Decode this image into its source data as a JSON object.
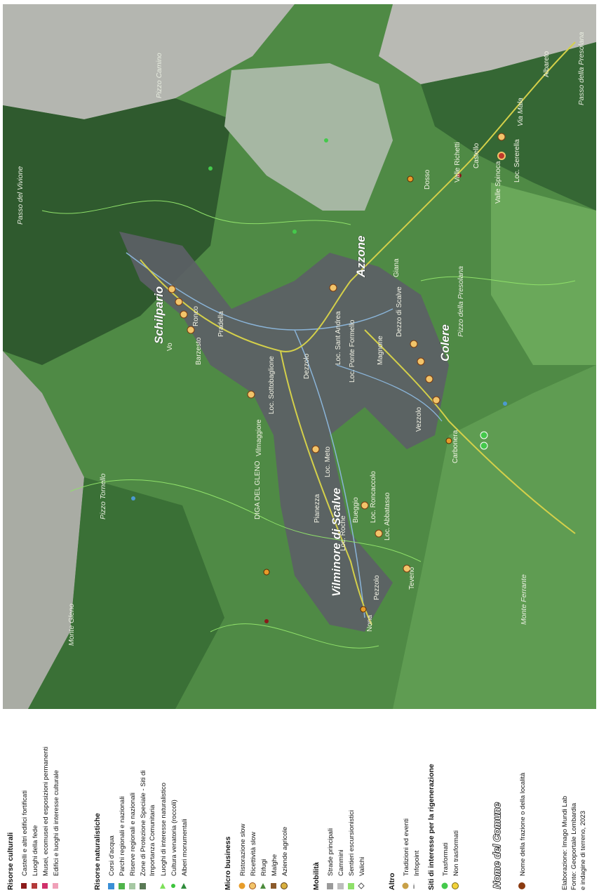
{
  "map": {
    "comuni": [
      "Schilpario",
      "Azzone",
      "Colere",
      "Vilminore di Scalve"
    ],
    "places": [
      "Passo del Vivione",
      "Pizzo Camino",
      "Pizzo Tornello",
      "Monte Gleno",
      "DIGA DEL GLENO",
      "Pizzo della Presolana",
      "Monte Ferrante",
      "Passo della Presolana",
      "Via Mala",
      "Albareto",
      "Dosso",
      "Valle Richetti",
      "Castello",
      "Valle Spinoca",
      "Loc. Sererella",
      "Dezzolo",
      "Loc. Sant Andrea",
      "Loc. Ponte Formello",
      "Magnone",
      "Dezzo di Scalve",
      "Giana",
      "Vezzolo",
      "Carbonera",
      "Loc. Sottobaglione",
      "Vilmaggiore",
      "Bueggio",
      "Loc. Roncaccolo",
      "Loc. Roche",
      "Loc. Meto",
      "Pianezza",
      "Pezzolo",
      "Teveno",
      "Nona",
      "Loc. Abbatasso",
      "Barzesto",
      "Ronco",
      "Pradella",
      "Vo"
    ]
  },
  "legend": {
    "risorse_culturali": {
      "title": "Risorse culturali",
      "items": [
        "Castelli e altri edifici fortificati",
        "Luoghi della fede",
        "Musei, ecomusei ed esposizioni permanenti",
        "Edifici e luoghi di interesse culturale"
      ]
    },
    "risorse_naturalistiche": {
      "title": "Risorse naturalistiche",
      "items": [
        "Corsi d'acqua",
        "Parchi regionali e nazionali",
        "Riserve regionali e nazionali",
        "Zone di Protezione Speciale - Siti di",
        "Importanza Comunitaria",
        "Luoghi di interesse naturalistico",
        "Cultura venatoria (roccoli)",
        "Alberi monumentali"
      ]
    },
    "micro_business": {
      "title": "Micro business",
      "items": [
        "Ristorazione slow",
        "Ricettività slow",
        "Rifugi",
        "Malghe",
        "Aziende agricole"
      ]
    },
    "mobilita": {
      "title": "Mobilità",
      "items": [
        "Strade principali",
        "Cammini",
        "Sentieri escursionistici",
        "Valichi"
      ]
    },
    "altro": {
      "title": "Altro",
      "items": [
        "Tradizioni ed eventi",
        "Infopoint"
      ]
    },
    "siti": {
      "title": "Siti di interesse per la rigenerazione",
      "items": [
        "Trasformati",
        "Non trasformati"
      ]
    },
    "nome_comune": "Nome del Comune",
    "frazione": "Nome della frazione o della località",
    "credits": [
      "Elaborazione: Imago Mundi Lab",
      "Fonte: Geoportale Lombardia",
      "e indagine di terreno, 2023"
    ]
  },
  "colors": {
    "dark_forest": "#2f5a2e",
    "mid_forest": "#3f7a3a",
    "light_forest": "#63a253",
    "grey_zone": "#5c5f66",
    "pale_zone": "#a7b8a5",
    "rock": "#b9bcb5",
    "road": "#d4d04a",
    "trail": "#8fe06a",
    "water": "#8ab4d8"
  }
}
